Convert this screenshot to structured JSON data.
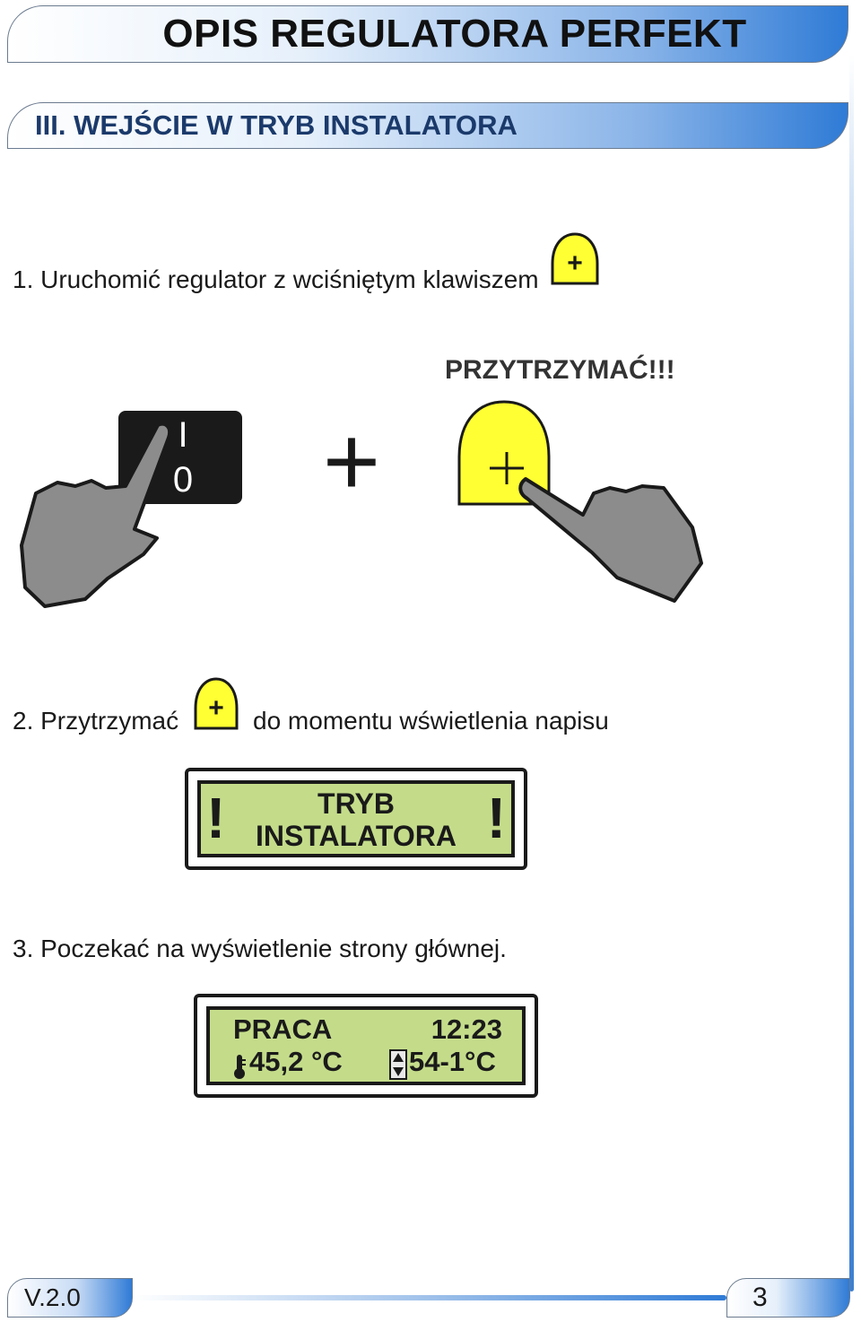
{
  "header": {
    "title": "OPIS REGULATORA PERFEKT",
    "section": "III. WEJŚCIE W TRYB INSTALATORA"
  },
  "steps": {
    "step1": "1. Uruchomić regulator z wciśniętym klawiszem",
    "step2_before": "2. Przytrzymać",
    "step2_after": "do momentu wświetlenia napisu",
    "step3": "3. Poczekać na wyświetlenie strony głównej."
  },
  "key": {
    "symbol": "+",
    "color": "#ffff33"
  },
  "illustration": {
    "hold_label": "PRZYTRZYMAĆ!!!",
    "switch_on": "I",
    "switch_off": "0",
    "plus_sign": "+",
    "switch_color": "#1a1a1a",
    "hand_color": "#8c8c8c"
  },
  "lcd1": {
    "line1": "TRYB",
    "line2": "INSTALATORA",
    "alert": "!",
    "screen_color": "#c4dc8a"
  },
  "lcd2": {
    "mode": "PRACA",
    "time": "12:23",
    "temperature": "45,2 °C",
    "setpoint": "54-1°C",
    "thermometer_icon": "thermometer-icon",
    "updown_icon": "updown-arrows-icon"
  },
  "footer": {
    "version": "V.2.0",
    "page_number": "3"
  },
  "colors": {
    "accent_blue": "#2f7bd6"
  }
}
